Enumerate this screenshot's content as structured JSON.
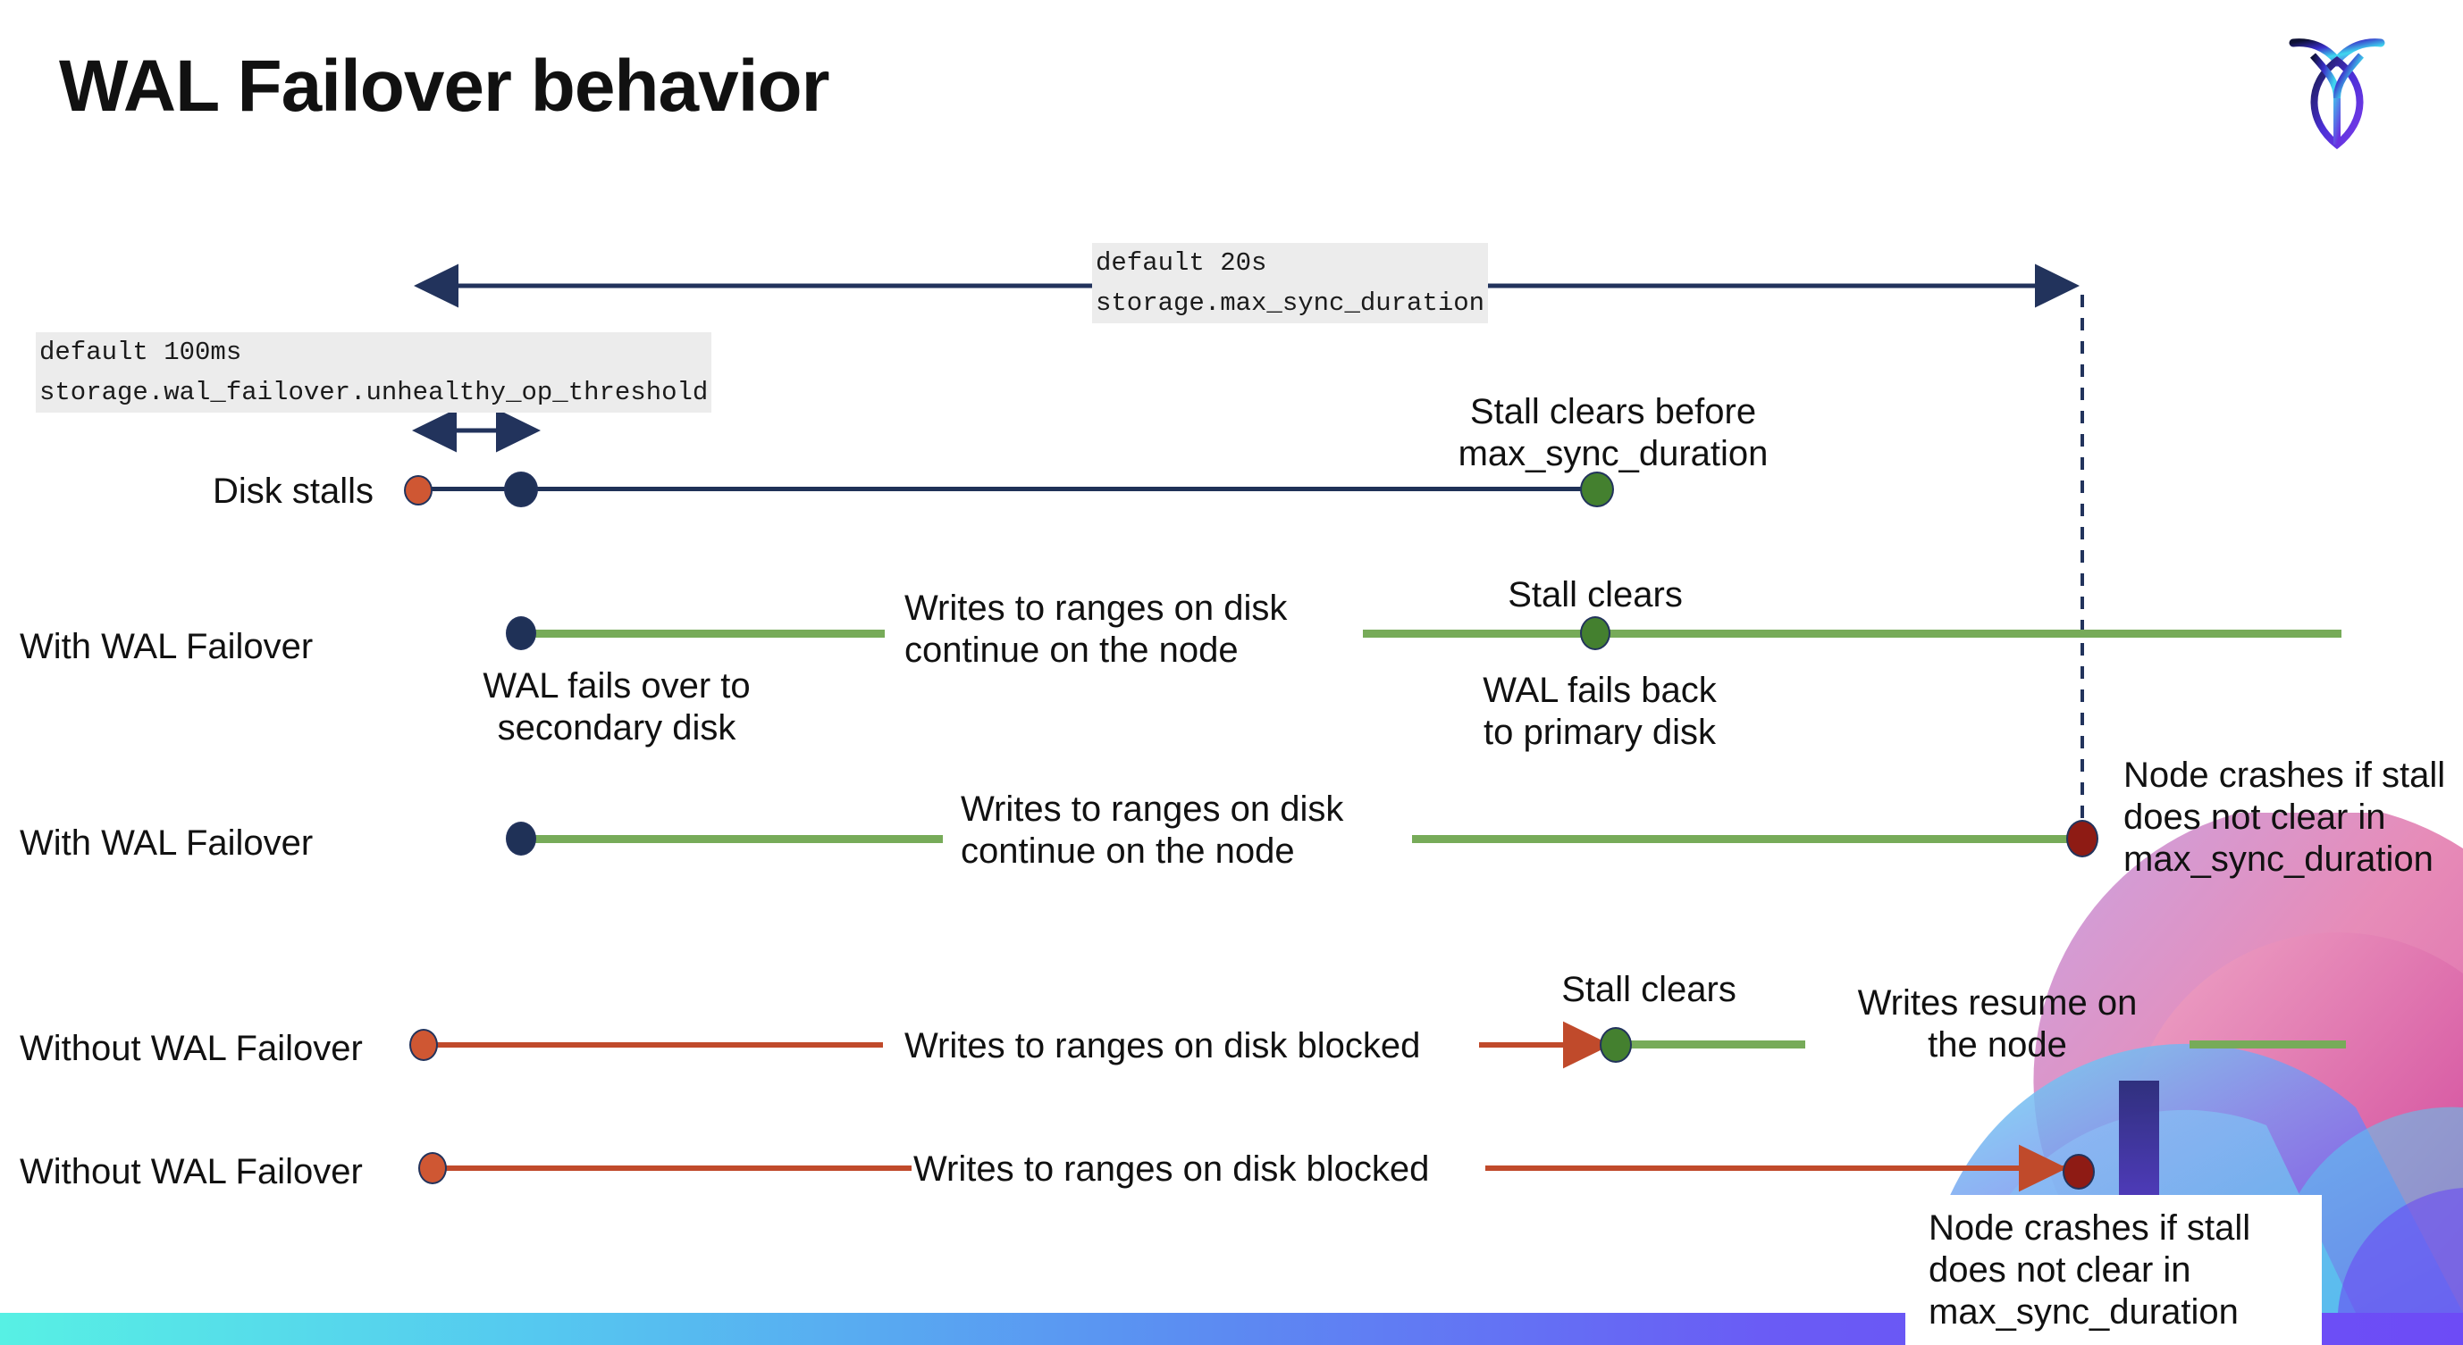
{
  "slide": {
    "title": "WAL Failover behavior",
    "logo_name": "cockroachdb-logo"
  },
  "annotations": {
    "max_sync": {
      "line1": "default 20s",
      "line2": "storage.max_sync_duration"
    },
    "unhealthy_op": {
      "line1": "default 100ms",
      "line2": "storage.wal_failover.unhealthy_op_threshold"
    }
  },
  "rows": [
    {
      "id": "disk-stalls",
      "label": "Disk stalls",
      "right_note": "Stall clears before\nmax_sync_duration"
    },
    {
      "id": "with-wal-failover-clears",
      "label": "With WAL Failover",
      "mid_note": "Writes to ranges on disk\ncontinue on the node",
      "start_note": "WAL fails over to\nsecondary disk",
      "clear_note": "Stall clears",
      "failback_note": "WAL fails  back\nto primary disk"
    },
    {
      "id": "with-wal-failover-crash",
      "label": "With WAL Failover",
      "mid_note": "Writes to ranges on disk\ncontinue on the node",
      "crash_note": "Node crashes if stall\ndoes not clear in\nmax_sync_duration"
    },
    {
      "id": "without-wal-failover-clears",
      "label": "Without WAL Failover",
      "mid_note": "Writes to ranges on disk  blocked",
      "clear_note": "Stall clears",
      "resume_note": "Writes resume on\nthe node"
    },
    {
      "id": "without-wal-failover-crash",
      "label": "Without WAL Failover",
      "mid_note": "Writes to ranges on disk  blocked",
      "crash_note": "Node crashes if stall\ndoes not clear in\nmax_sync_duration"
    }
  ],
  "colors": {
    "navy": "#1f3157",
    "green_line": "#77ab59",
    "green_dot": "#44802f",
    "orange": "#c04a2b",
    "orange_dot": "#cf5733",
    "dark_red": "#8e1b14",
    "code_bg": "#ececec",
    "bar_gradient_start": "#57f0e4",
    "bar_gradient_end": "#6d4bf6"
  }
}
